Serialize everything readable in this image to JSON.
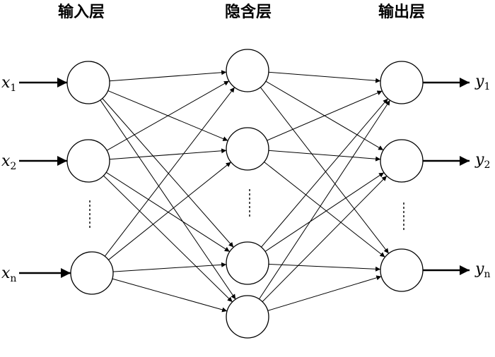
{
  "layers": {
    "input": {
      "title": "输入层"
    },
    "hidden": {
      "title": "隐含层"
    },
    "output": {
      "title": "输出层"
    }
  },
  "inputs": [
    {
      "var": "x",
      "sub": "1"
    },
    {
      "var": "x",
      "sub": "2"
    },
    {
      "var": "x",
      "sub": "n"
    }
  ],
  "outputs": [
    {
      "var": "y",
      "sub": "1"
    },
    {
      "var": "y",
      "sub": "2"
    },
    {
      "var": "y",
      "sub": "n"
    }
  ],
  "colors": {
    "stroke": "#000000",
    "background": "#ffffff"
  }
}
